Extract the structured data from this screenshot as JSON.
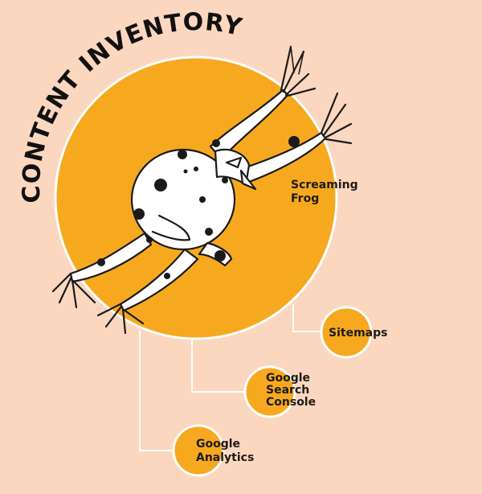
{
  "title": "CONTENT INVENTORY",
  "colors": {
    "background": "#fbd7c0",
    "circle": "#f6a91f",
    "connector": "#ffffff",
    "frog_body": "#ffffff",
    "frog_outline": "#1a1a1a",
    "text": "#1f1a16"
  },
  "main_tool": {
    "icon": "frog-icon",
    "label_lines": [
      "Screaming",
      "Frog"
    ]
  },
  "sources": [
    {
      "id": "sitemaps",
      "label_lines": [
        "Sitemaps"
      ]
    },
    {
      "id": "google-search-console",
      "label_lines": [
        "Google",
        "Search",
        "Console"
      ]
    },
    {
      "id": "google-analytics",
      "label_lines": [
        "Google",
        "Analytics"
      ]
    }
  ]
}
